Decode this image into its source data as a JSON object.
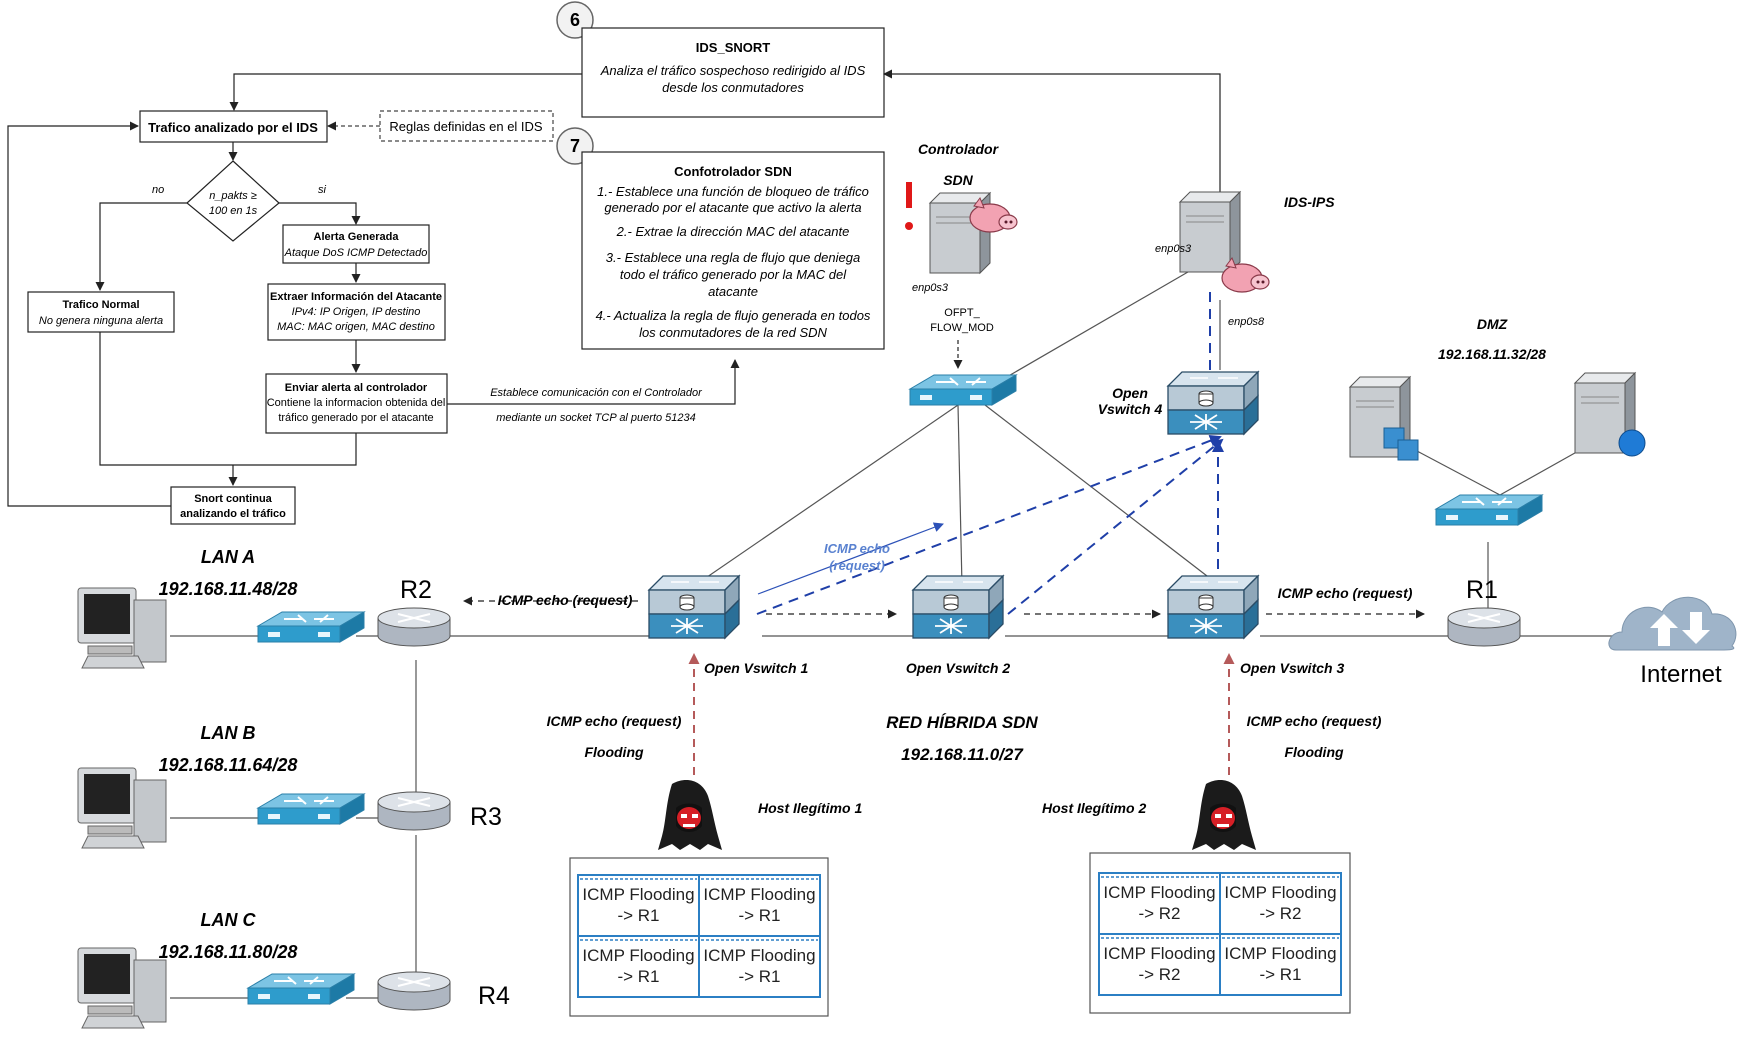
{
  "flowchart": {
    "step6": "6",
    "step7": "7",
    "ids_box": {
      "title": "IDS_SNORT",
      "line1": "Analiza el tráfico sospechoso redirigido al IDS",
      "line2": "desde los conmutadores"
    },
    "traffic_box": "Trafico analizado por el IDS",
    "rules_box": "Reglas definidas en el IDS",
    "decision": {
      "line1": "n_pakts ≥",
      "line2": "100 en 1s",
      "no": "no",
      "yes": "si"
    },
    "normal_box": {
      "title": "Trafico Normal",
      "sub": "No genera ninguna alerta"
    },
    "alert_box": {
      "title": "Alerta Generada",
      "sub": "Ataque DoS ICMP Detectado"
    },
    "extract_box": {
      "title": "Extraer Información del Atacante",
      "l1": "IPv4: IP Origen, IP destino",
      "l2": "MAC: MAC origen, MAC destino"
    },
    "send_box": {
      "title": "Enviar alerta al controlador",
      "l1": "Contiene la informacion obtenida del",
      "l2": "tráfico generado por el atacante"
    },
    "continue_box": {
      "l1": "Snort continua",
      "l2": "analizando el tráfico"
    },
    "comm_label": {
      "l1": "Establece comunicación con el Controlador",
      "l2": "mediante un socket TCP  al puerto 51234"
    },
    "controller_box": {
      "title": "Confotrolador SDN",
      "p1a": "1.- Establece una función de bloqueo de tráfico",
      "p1b": "generado por el atacante que activo la alerta",
      "p2": "2.- Extrae la dirección MAC del atacante",
      "p3a": "3.- Establece una regla de flujo que deniega",
      "p3b": "todo el tráfico generado por la MAC del",
      "p3c": "atacante",
      "p4a": "4.- Actualiza la regla de flujo generada en todos",
      "p4b": "los conmutadores de la red SDN"
    }
  },
  "topology": {
    "controller_l1": "Controlador",
    "controller_l2": "SDN",
    "controller_if": "enp0s3",
    "flowmod_l1": "OFPT_",
    "flowmod_l2": "FLOW_MOD",
    "ids_ips": "IDS-IPS",
    "ids_if1": "enp0s3",
    "ids_if2": "enp0s8",
    "ovs4_l1": "Open",
    "ovs4_l2": "Vswitch 4",
    "ovs1": "Open Vswitch 1",
    "ovs2": "Open Vswitch 2",
    "ovs3": "Open Vswitch 3",
    "dmz": "DMZ",
    "dmz_net": "192.168.11.32/28",
    "r1": "R1",
    "r2": "R2",
    "r3": "R3",
    "r4": "R4",
    "internet": "Internet",
    "lan_a": "LAN A",
    "lan_a_net": "192.168.11.48/28",
    "lan_b": "LAN B",
    "lan_b_net": "192.168.11.64/28",
    "lan_c": "LAN C",
    "lan_c_net": "192.168.11.80/28",
    "icmp_left": "ICMP echo (request)",
    "icmp_right": "ICMP echo (request)",
    "icmp_blue_l1": "ICMP  echo",
    "icmp_blue_l2": "(request)",
    "hybrid": "RED HÍBRIDA SDN",
    "hybrid_net": "192.168.11.0/27",
    "host1": "Host Ilegítimo 1",
    "host2": "Host Ilegítimo 2",
    "flood1_l1": "ICMP echo (request)",
    "flood1_l2": "Flooding",
    "flood2_l1": "ICMP echo (request)",
    "flood2_l2": "Flooding",
    "table1": [
      [
        "ICMP Flooding",
        "-> R1"
      ],
      [
        "ICMP Flooding",
        "-> R1"
      ],
      [
        "ICMP Flooding",
        "-> R1"
      ],
      [
        "ICMP Flooding",
        "-> R1"
      ]
    ],
    "table2": [
      [
        "ICMP Flooding",
        "-> R2"
      ],
      [
        "ICMP Flooding",
        "-> R2"
      ],
      [
        "ICMP Flooding",
        "-> R2"
      ],
      [
        "ICMP Flooding",
        "-> R1"
      ]
    ]
  },
  "colors": {
    "switch": "#3aa3d0",
    "router": "#c9ced6",
    "blue_dash": "#1f3fa8",
    "red_dash": "#b55a5a",
    "table_border": "#2b7fc4"
  }
}
